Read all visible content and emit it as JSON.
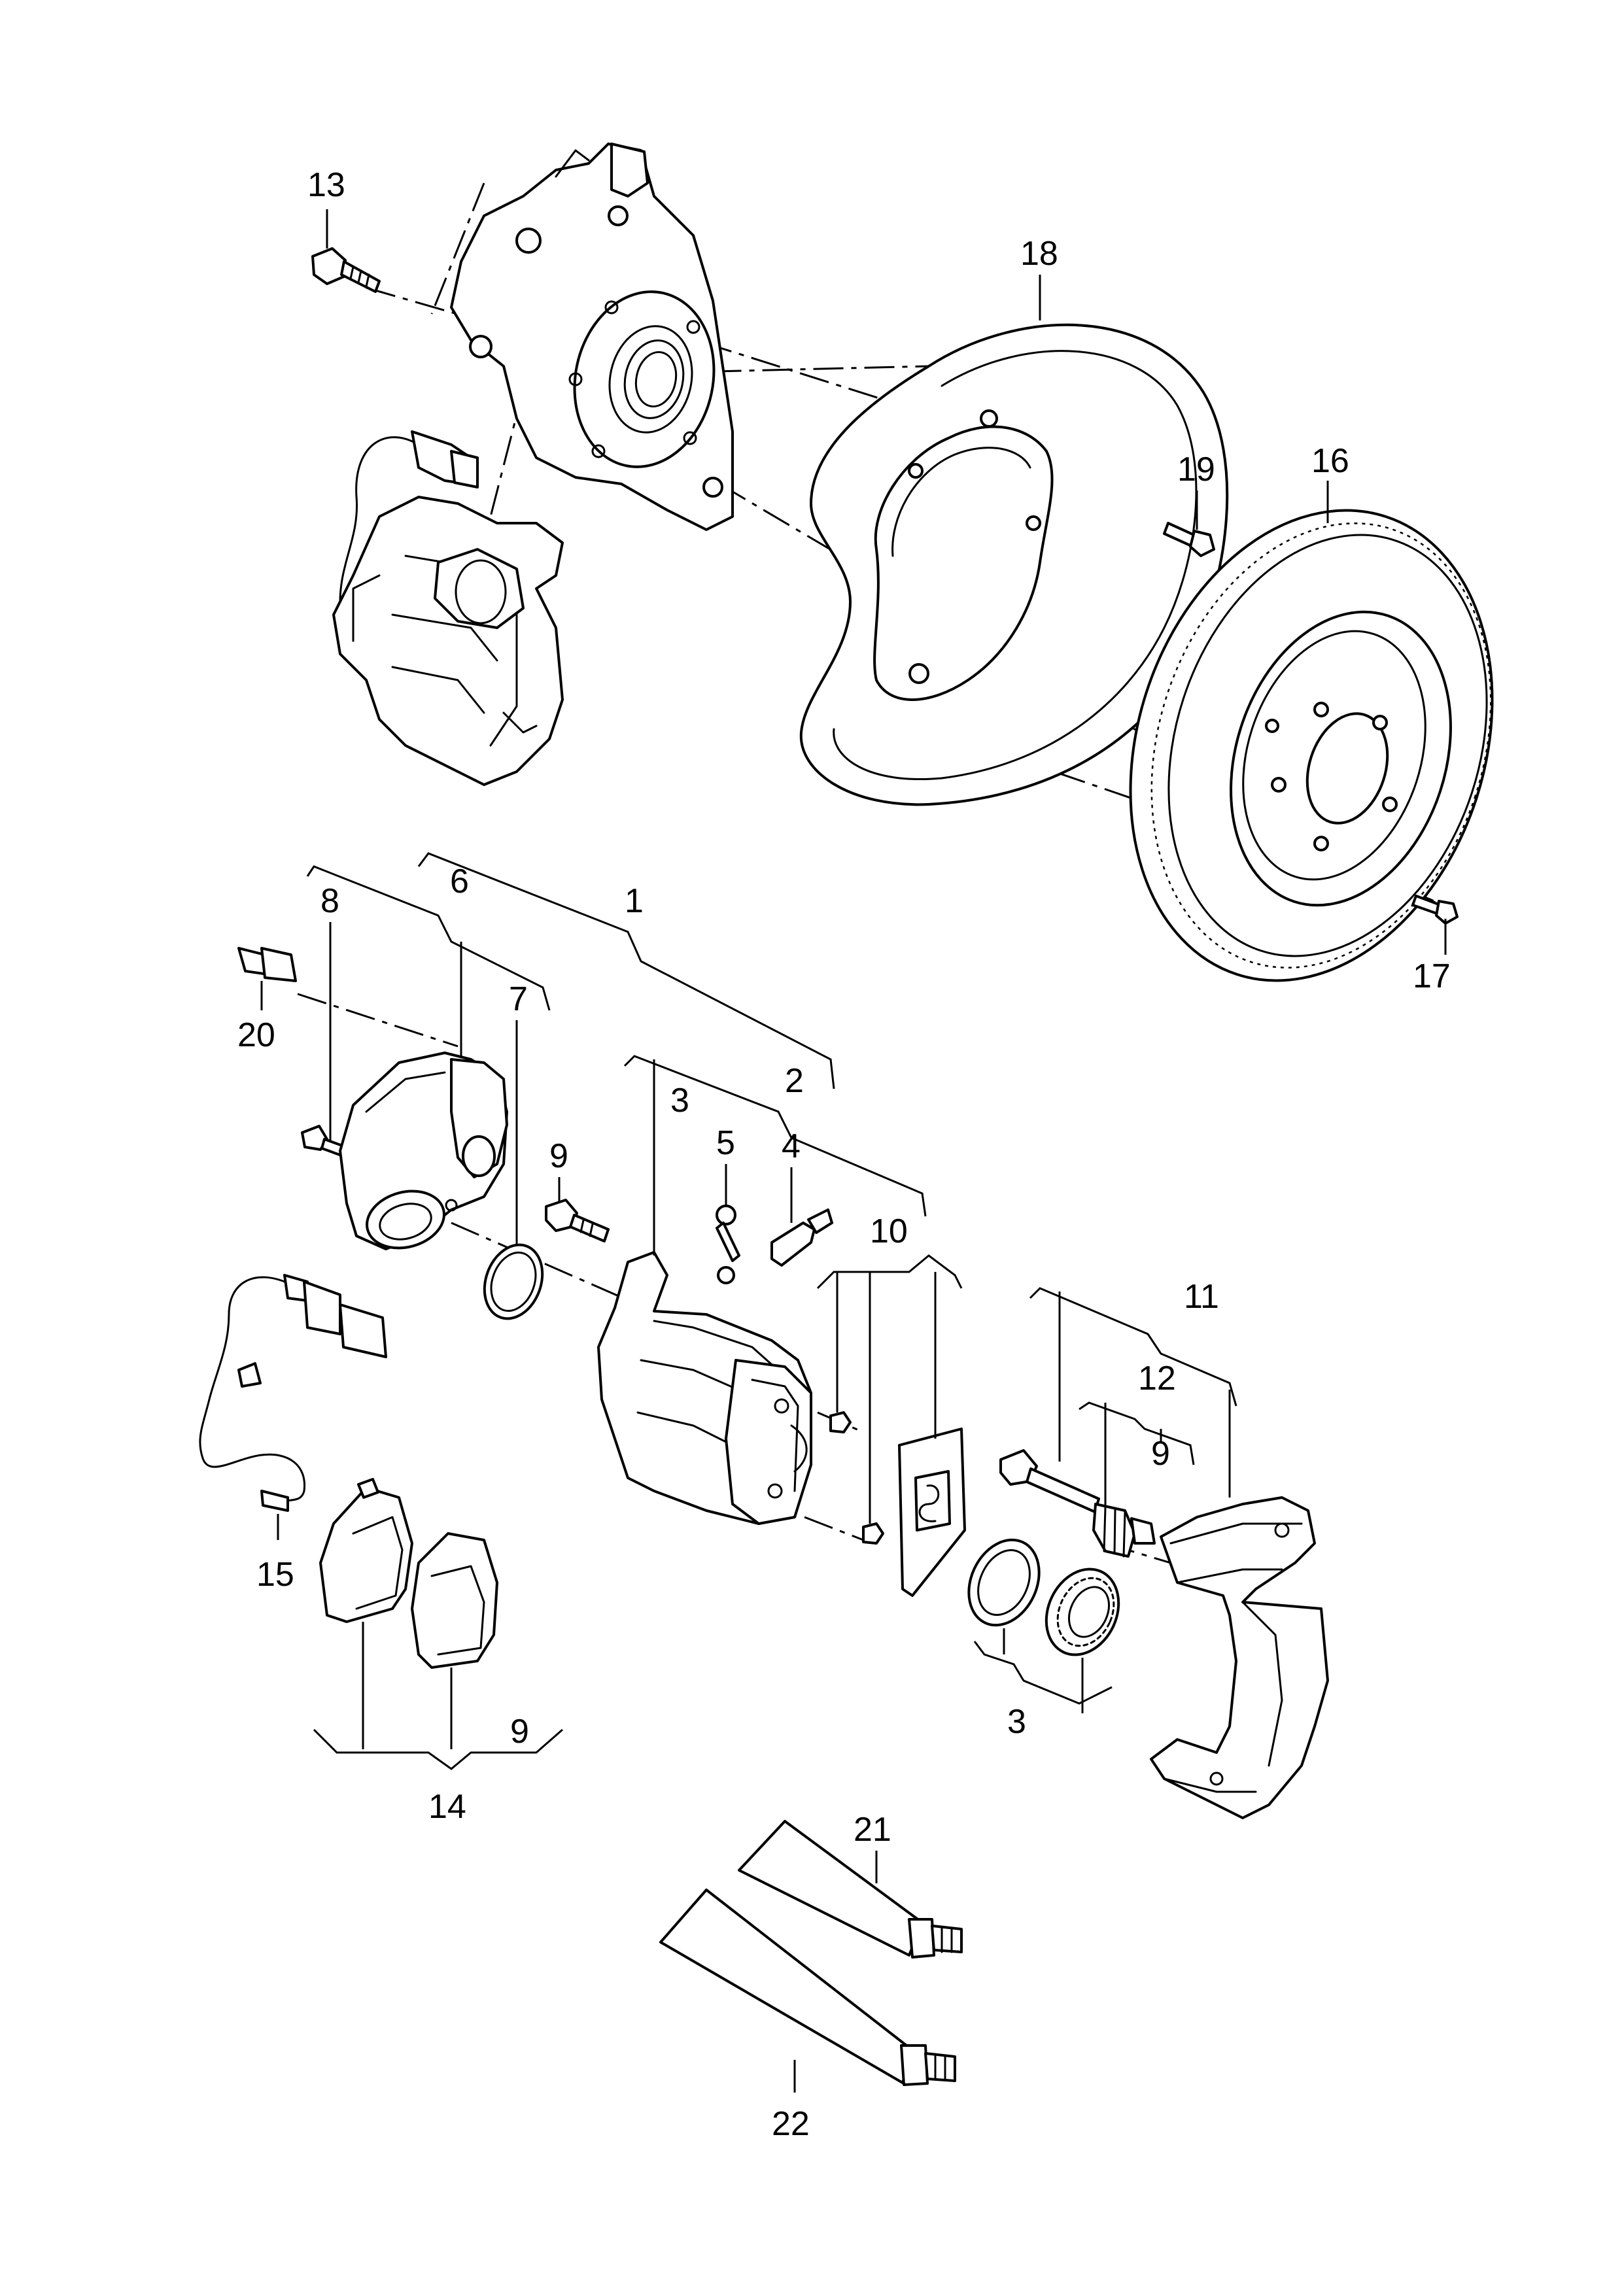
{
  "diagram": {
    "type": "exploded-parts-diagram",
    "line_color": "#000000",
    "background": "#ffffff",
    "callouts": {
      "c1": "1",
      "c2": "2",
      "c3a": "3",
      "c3b": "3",
      "c4": "4",
      "c5": "5",
      "c6": "6",
      "c7": "7",
      "c8": "8",
      "c9a": "9",
      "c9b": "9",
      "c9c": "9",
      "c10": "10",
      "c11": "11",
      "c12": "12",
      "c13": "13",
      "c14": "14",
      "c15": "15",
      "c16": "16",
      "c17": "17",
      "c18": "18",
      "c19": "19",
      "c20": "20",
      "c21": "21",
      "c22": "22"
    }
  }
}
